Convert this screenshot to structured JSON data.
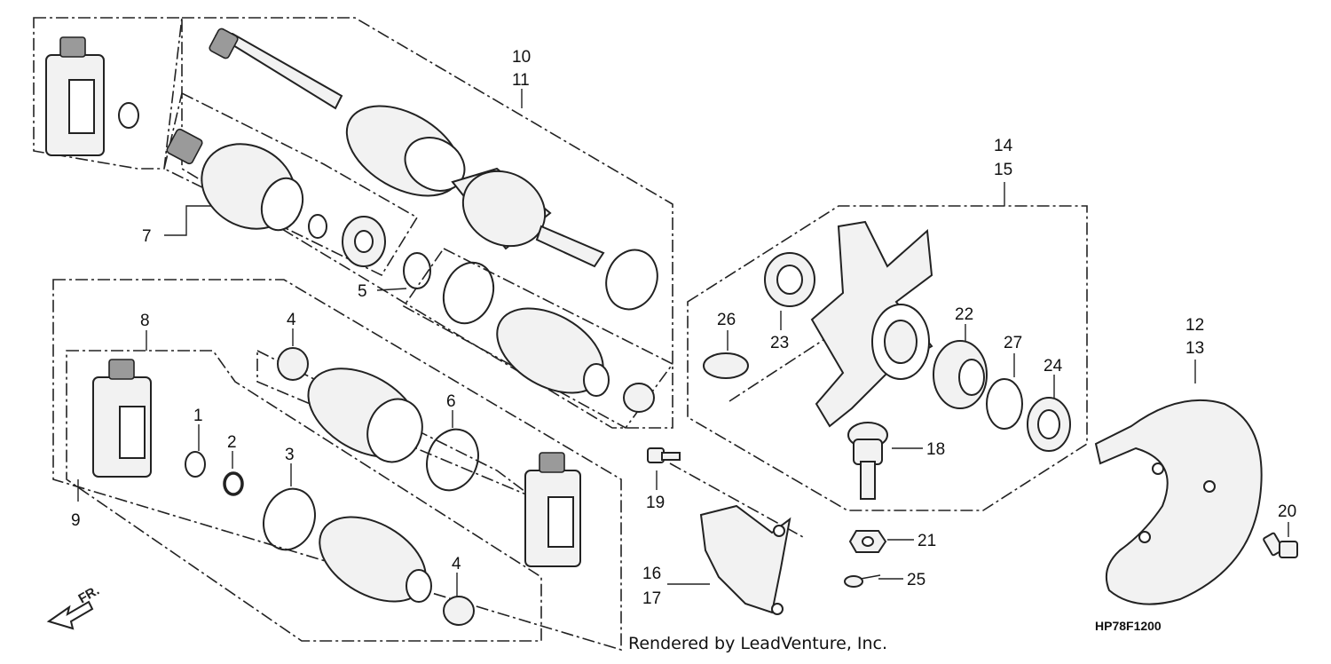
{
  "diagram": {
    "code": "HP78F1200",
    "credit": "Rendered by LeadVenture, Inc.",
    "direction_label": "FR.",
    "callouts": [
      {
        "id": "c10",
        "text": "10"
      },
      {
        "id": "c11",
        "text": "11"
      },
      {
        "id": "c7",
        "text": "7"
      },
      {
        "id": "c5",
        "text": "5"
      },
      {
        "id": "c8",
        "text": "8"
      },
      {
        "id": "c9",
        "text": "9"
      },
      {
        "id": "c4a",
        "text": "4"
      },
      {
        "id": "c4b",
        "text": "4"
      },
      {
        "id": "c6",
        "text": "6"
      },
      {
        "id": "c1",
        "text": "1"
      },
      {
        "id": "c2",
        "text": "2"
      },
      {
        "id": "c3",
        "text": "3"
      },
      {
        "id": "c14",
        "text": "14"
      },
      {
        "id": "c15",
        "text": "15"
      },
      {
        "id": "c26",
        "text": "26"
      },
      {
        "id": "c23",
        "text": "23"
      },
      {
        "id": "c22",
        "text": "22"
      },
      {
        "id": "c27",
        "text": "27"
      },
      {
        "id": "c24",
        "text": "24"
      },
      {
        "id": "c18",
        "text": "18"
      },
      {
        "id": "c19",
        "text": "19"
      },
      {
        "id": "c16",
        "text": "16"
      },
      {
        "id": "c17",
        "text": "17"
      },
      {
        "id": "c21",
        "text": "21"
      },
      {
        "id": "c25",
        "text": "25"
      },
      {
        "id": "c12",
        "text": "12"
      },
      {
        "id": "c13",
        "text": "13"
      },
      {
        "id": "c20",
        "text": "20"
      }
    ]
  }
}
